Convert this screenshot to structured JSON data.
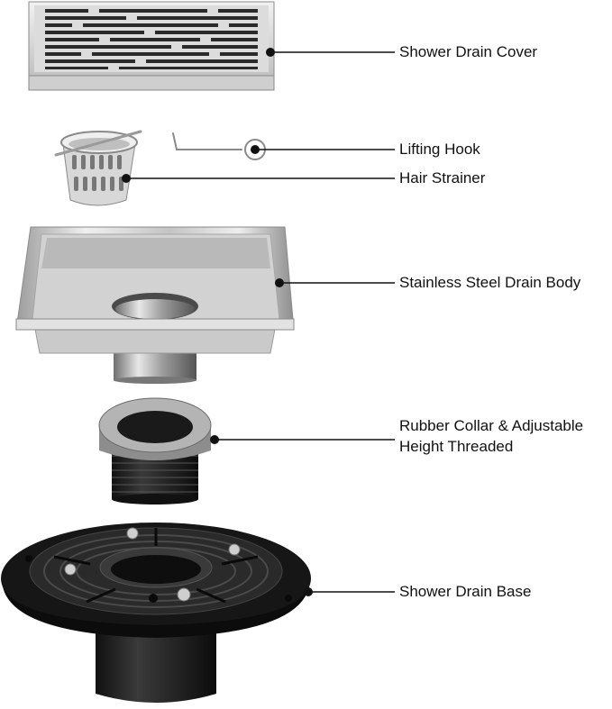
{
  "colors": {
    "leader_line": "#111111",
    "steel_light": "#e6e6e6",
    "steel_mid": "#bdbdbd",
    "steel_dark": "#7a7a7a",
    "rubber": "#1c1c1c",
    "collar_grey": "#9a9a9a"
  },
  "labels": {
    "cover": "Shower Drain Cover",
    "hook": "Lifting Hook",
    "strainer": "Hair Strainer",
    "body": "Stainless Steel Drain Body",
    "collar_line1": "Rubber Collar & Adjustable",
    "collar_line2": "Height Threaded",
    "base": "Shower Drain Base"
  }
}
